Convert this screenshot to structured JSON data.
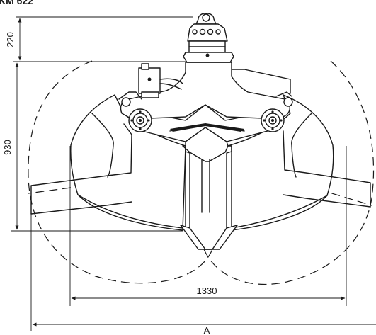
{
  "title": "KM 622",
  "dimensions": {
    "top_height": "220",
    "body_height": "930",
    "closed_width": "1330",
    "open_width": "A"
  }
}
